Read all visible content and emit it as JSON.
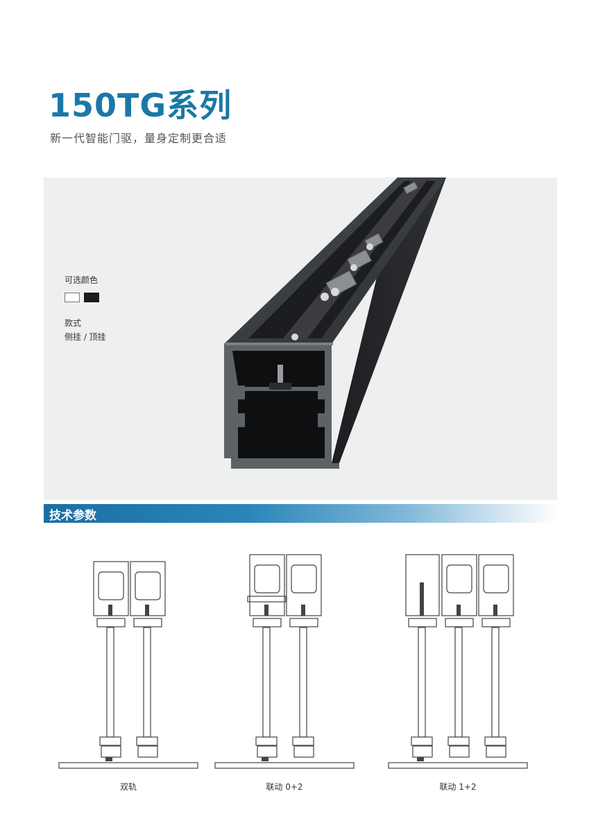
{
  "title": "150TG系列",
  "subtitle": "新一代智能门驱，量身定制更合适",
  "options": {
    "color_label": "可选颜色",
    "swatches": [
      {
        "name": "white",
        "color": "#ffffff"
      },
      {
        "name": "black",
        "color": "#1a1a1a"
      }
    ],
    "style_label": "款式",
    "style_value": "侧挂 / 顶挂"
  },
  "section_heading": "技术参数",
  "diagrams": [
    {
      "caption": "双轨"
    },
    {
      "caption": "联动 0+2"
    },
    {
      "caption": "联动 1+2"
    }
  ],
  "colors": {
    "accent": "#1b78a6",
    "hero_bg": "#eef0f0"
  }
}
